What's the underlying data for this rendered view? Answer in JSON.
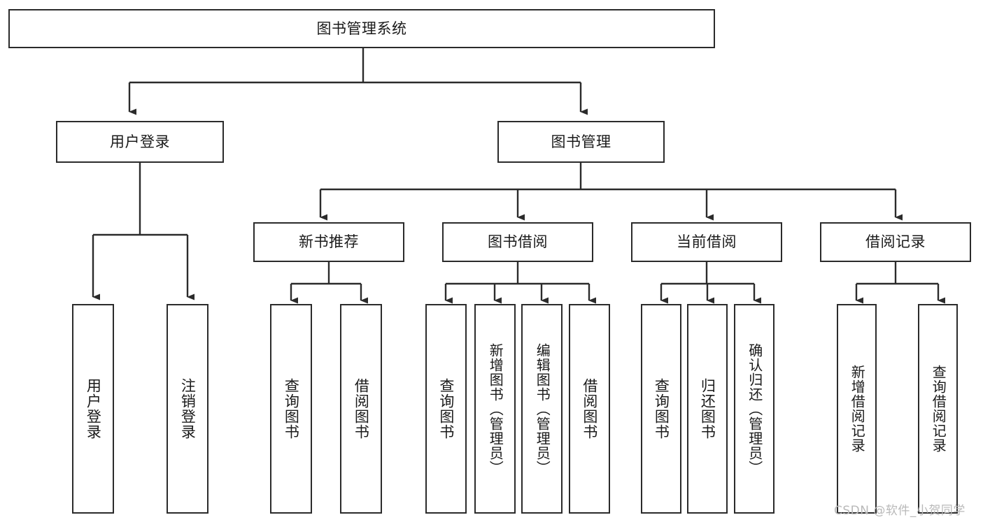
{
  "diagram": {
    "title": "图书管理系统",
    "type": "tree-hierarchy",
    "watermark": "CSDN @软件_小贺同学",
    "colors": {
      "box_border": "#2b2b2b",
      "box_fill": "#ffffff",
      "edge": "#2b2b2b",
      "text": "#1a1a1a",
      "watermark": "#b9b9b9",
      "background": "#ffffff"
    },
    "nodes": {
      "root": {
        "label": "图书管理系统"
      },
      "level2": [
        {
          "label": "用户登录"
        },
        {
          "label": "图书管理"
        }
      ],
      "level3": [
        {
          "label": "新书推荐"
        },
        {
          "label": "图书借阅"
        },
        {
          "label": "当前借阅"
        },
        {
          "label": "借阅记录"
        }
      ],
      "leaves": {
        "user_login": [
          {
            "label": "用户登录"
          },
          {
            "label": "注销登录"
          }
        ],
        "new_book_recommend": [
          {
            "label": "查询图书"
          },
          {
            "label": "借阅图书"
          }
        ],
        "book_borrow": [
          {
            "label": "查询图书"
          },
          {
            "label": "新增图书（管理员）"
          },
          {
            "label": "编辑图书（管理员）"
          },
          {
            "label": "借阅图书"
          }
        ],
        "current_borrow": [
          {
            "label": "查询图书"
          },
          {
            "label": "归还图书"
          },
          {
            "label": "确认归还（管理员）"
          }
        ],
        "borrow_record": [
          {
            "label": "新增借阅记录"
          },
          {
            "label": "查询借阅记录"
          }
        ]
      }
    }
  }
}
